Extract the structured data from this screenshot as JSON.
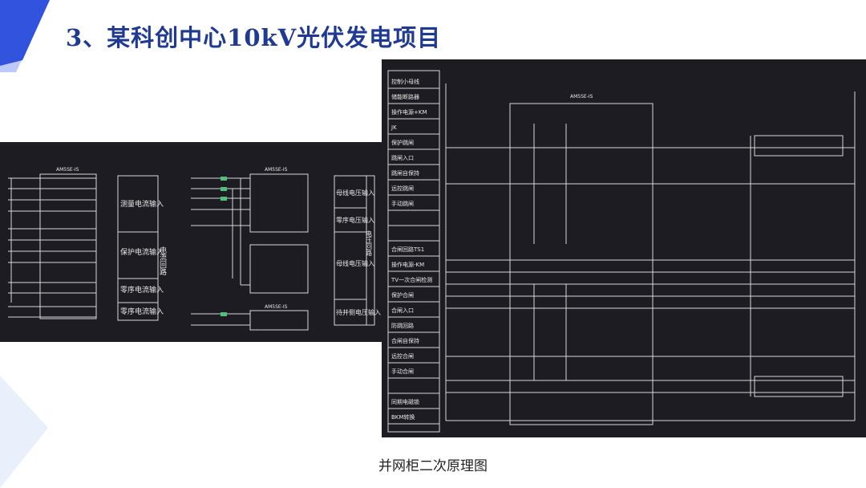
{
  "slide": {
    "title": "3、某科创中心10kV光伏发电项目",
    "caption": "并网柜二次原理图"
  },
  "diagram_left": {
    "function_labels": [
      "测量电流输入",
      "保护电流输入",
      "零序电流输入",
      "零序电流输入"
    ],
    "side_label_1": "电流回路",
    "voltage_labels": [
      "母线电压输入",
      "零序电压输入",
      "母线电压输入",
      "待并侧电压输入"
    ],
    "side_label_2": "电压回路",
    "device_labels": [
      "AM5SE-IS",
      "AM5SE-IS",
      "AM5SE-IS"
    ]
  },
  "diagram_right": {
    "function_labels": [
      "控制小母线",
      "储能断路器",
      "操作电源+KM",
      "JK",
      "保护跳闸",
      "跳闸入口",
      "跳闸自保持",
      "远控跳闸",
      "手动跳闸",
      "",
      "",
      "合闸回路TS1",
      "操作电源-KM",
      "TV一次合闸检测",
      "保护合闸",
      "合闸入口",
      "防跳回路",
      "合闸自保持",
      "远控合闸",
      "手动合闸",
      "",
      "同期电磁锁",
      "BKM转换"
    ],
    "device_label": "AM5SE-IS"
  }
}
